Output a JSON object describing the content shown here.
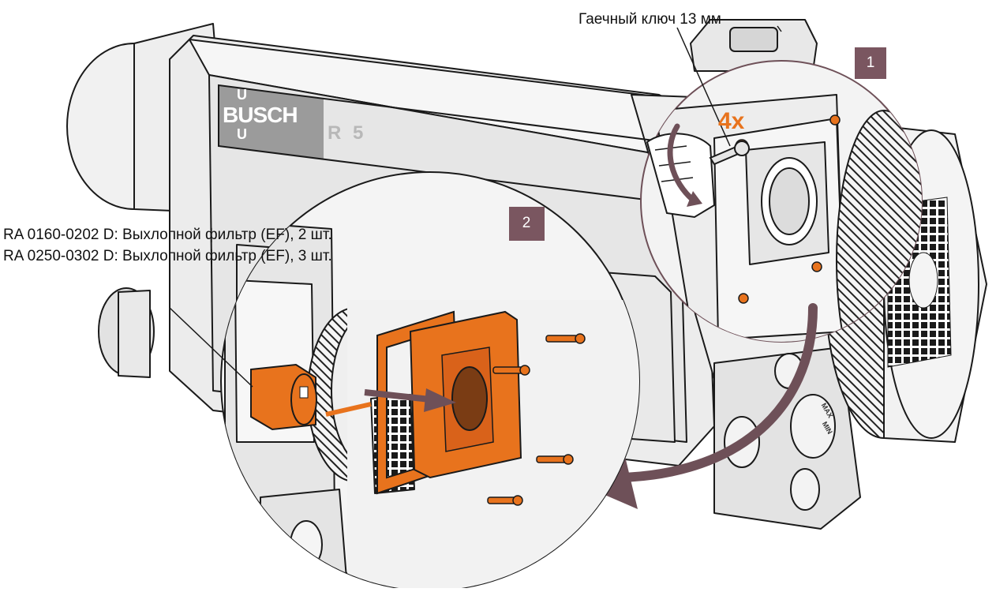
{
  "labels": {
    "wrench": "Гаечный ключ 13 мм",
    "filter_line1": "RA 0160-0202 D: Выхлопной фильтр (EF), 2 шт.",
    "filter_line2": "RA 0250-0302 D: Выхлопной фильтр (EF), 3 шт.",
    "quantity": "4x"
  },
  "steps": [
    "1",
    "2"
  ],
  "brand": {
    "letters_top": "U",
    "name": "BUSCH",
    "letters_bottom": "U",
    "model": "R 5"
  },
  "markings": {
    "max": "MAX",
    "min": "MIN"
  },
  "colors": {
    "accent_orange": "#e8731d",
    "step_marker": "#7a5660",
    "arrow": "#6e5058",
    "logo_bg": "#9b9b9b",
    "outline": "#1a1a1a",
    "body_fill": "#eceaea",
    "text": "#111111"
  },
  "icons": [
    "wrench-icon",
    "hand-icon",
    "filter-icon",
    "gasket-icon",
    "cover-plate-icon",
    "screw-icon",
    "fan-grille-icon",
    "curved-arrow-icon",
    "straight-arrow-icon"
  ]
}
